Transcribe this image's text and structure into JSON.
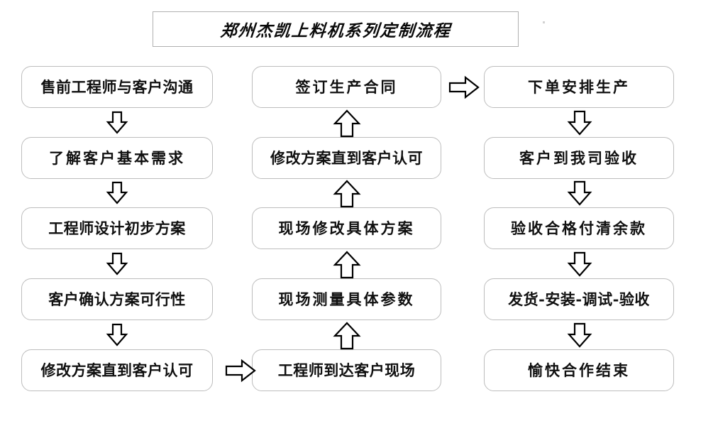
{
  "title": {
    "text": "郑州杰凯上料机系列定制流程"
  },
  "columns": {
    "left": {
      "name": "pre-sales-column",
      "nodes": [
        {
          "id": "n1",
          "label": "售前工程师与客户沟通"
        },
        {
          "id": "n2",
          "label": "了解客户基本需求"
        },
        {
          "id": "n3",
          "label": "工程师设计初步方案"
        },
        {
          "id": "n4",
          "label": "客户确认方案可行性"
        },
        {
          "id": "n5",
          "label": "修改方案直到客户认可"
        }
      ]
    },
    "middle": {
      "name": "on-site-column",
      "nodes": [
        {
          "id": "m1",
          "label": "签订生产合同"
        },
        {
          "id": "m2",
          "label": "修改方案直到客户认可"
        },
        {
          "id": "m3",
          "label": "现场修改具体方案"
        },
        {
          "id": "m4",
          "label": "现场测量具体参数"
        },
        {
          "id": "m5",
          "label": "工程师到达客户现场"
        }
      ]
    },
    "right": {
      "name": "production-column",
      "nodes": [
        {
          "id": "r1",
          "label": "下单安排生产"
        },
        {
          "id": "r2",
          "label": "客户到我司验收"
        },
        {
          "id": "r3",
          "label": "验收合格付清余款"
        },
        {
          "id": "r4",
          "label": "发货-安装-调试-验收"
        },
        {
          "id": "r5",
          "label": "愉快合作结束"
        }
      ]
    }
  },
  "arrows": {
    "left_down": [
      "arrow-down-1",
      "arrow-down-2",
      "arrow-down-3",
      "arrow-down-4"
    ],
    "middle_up": [
      "arrow-up-1",
      "arrow-up-2",
      "arrow-up-3",
      "arrow-up-4"
    ],
    "right_down": [
      "arrow-down-5",
      "arrow-down-6",
      "arrow-down-7",
      "arrow-down-8"
    ],
    "cross_right": [
      "arrow-right-bottom",
      "arrow-right-top"
    ]
  },
  "colors": {
    "node_border": "#bdbdbd",
    "title_border": "#b0b0b0",
    "text": "#101010",
    "arrow_stroke": "#000000",
    "background": "#ffffff"
  }
}
